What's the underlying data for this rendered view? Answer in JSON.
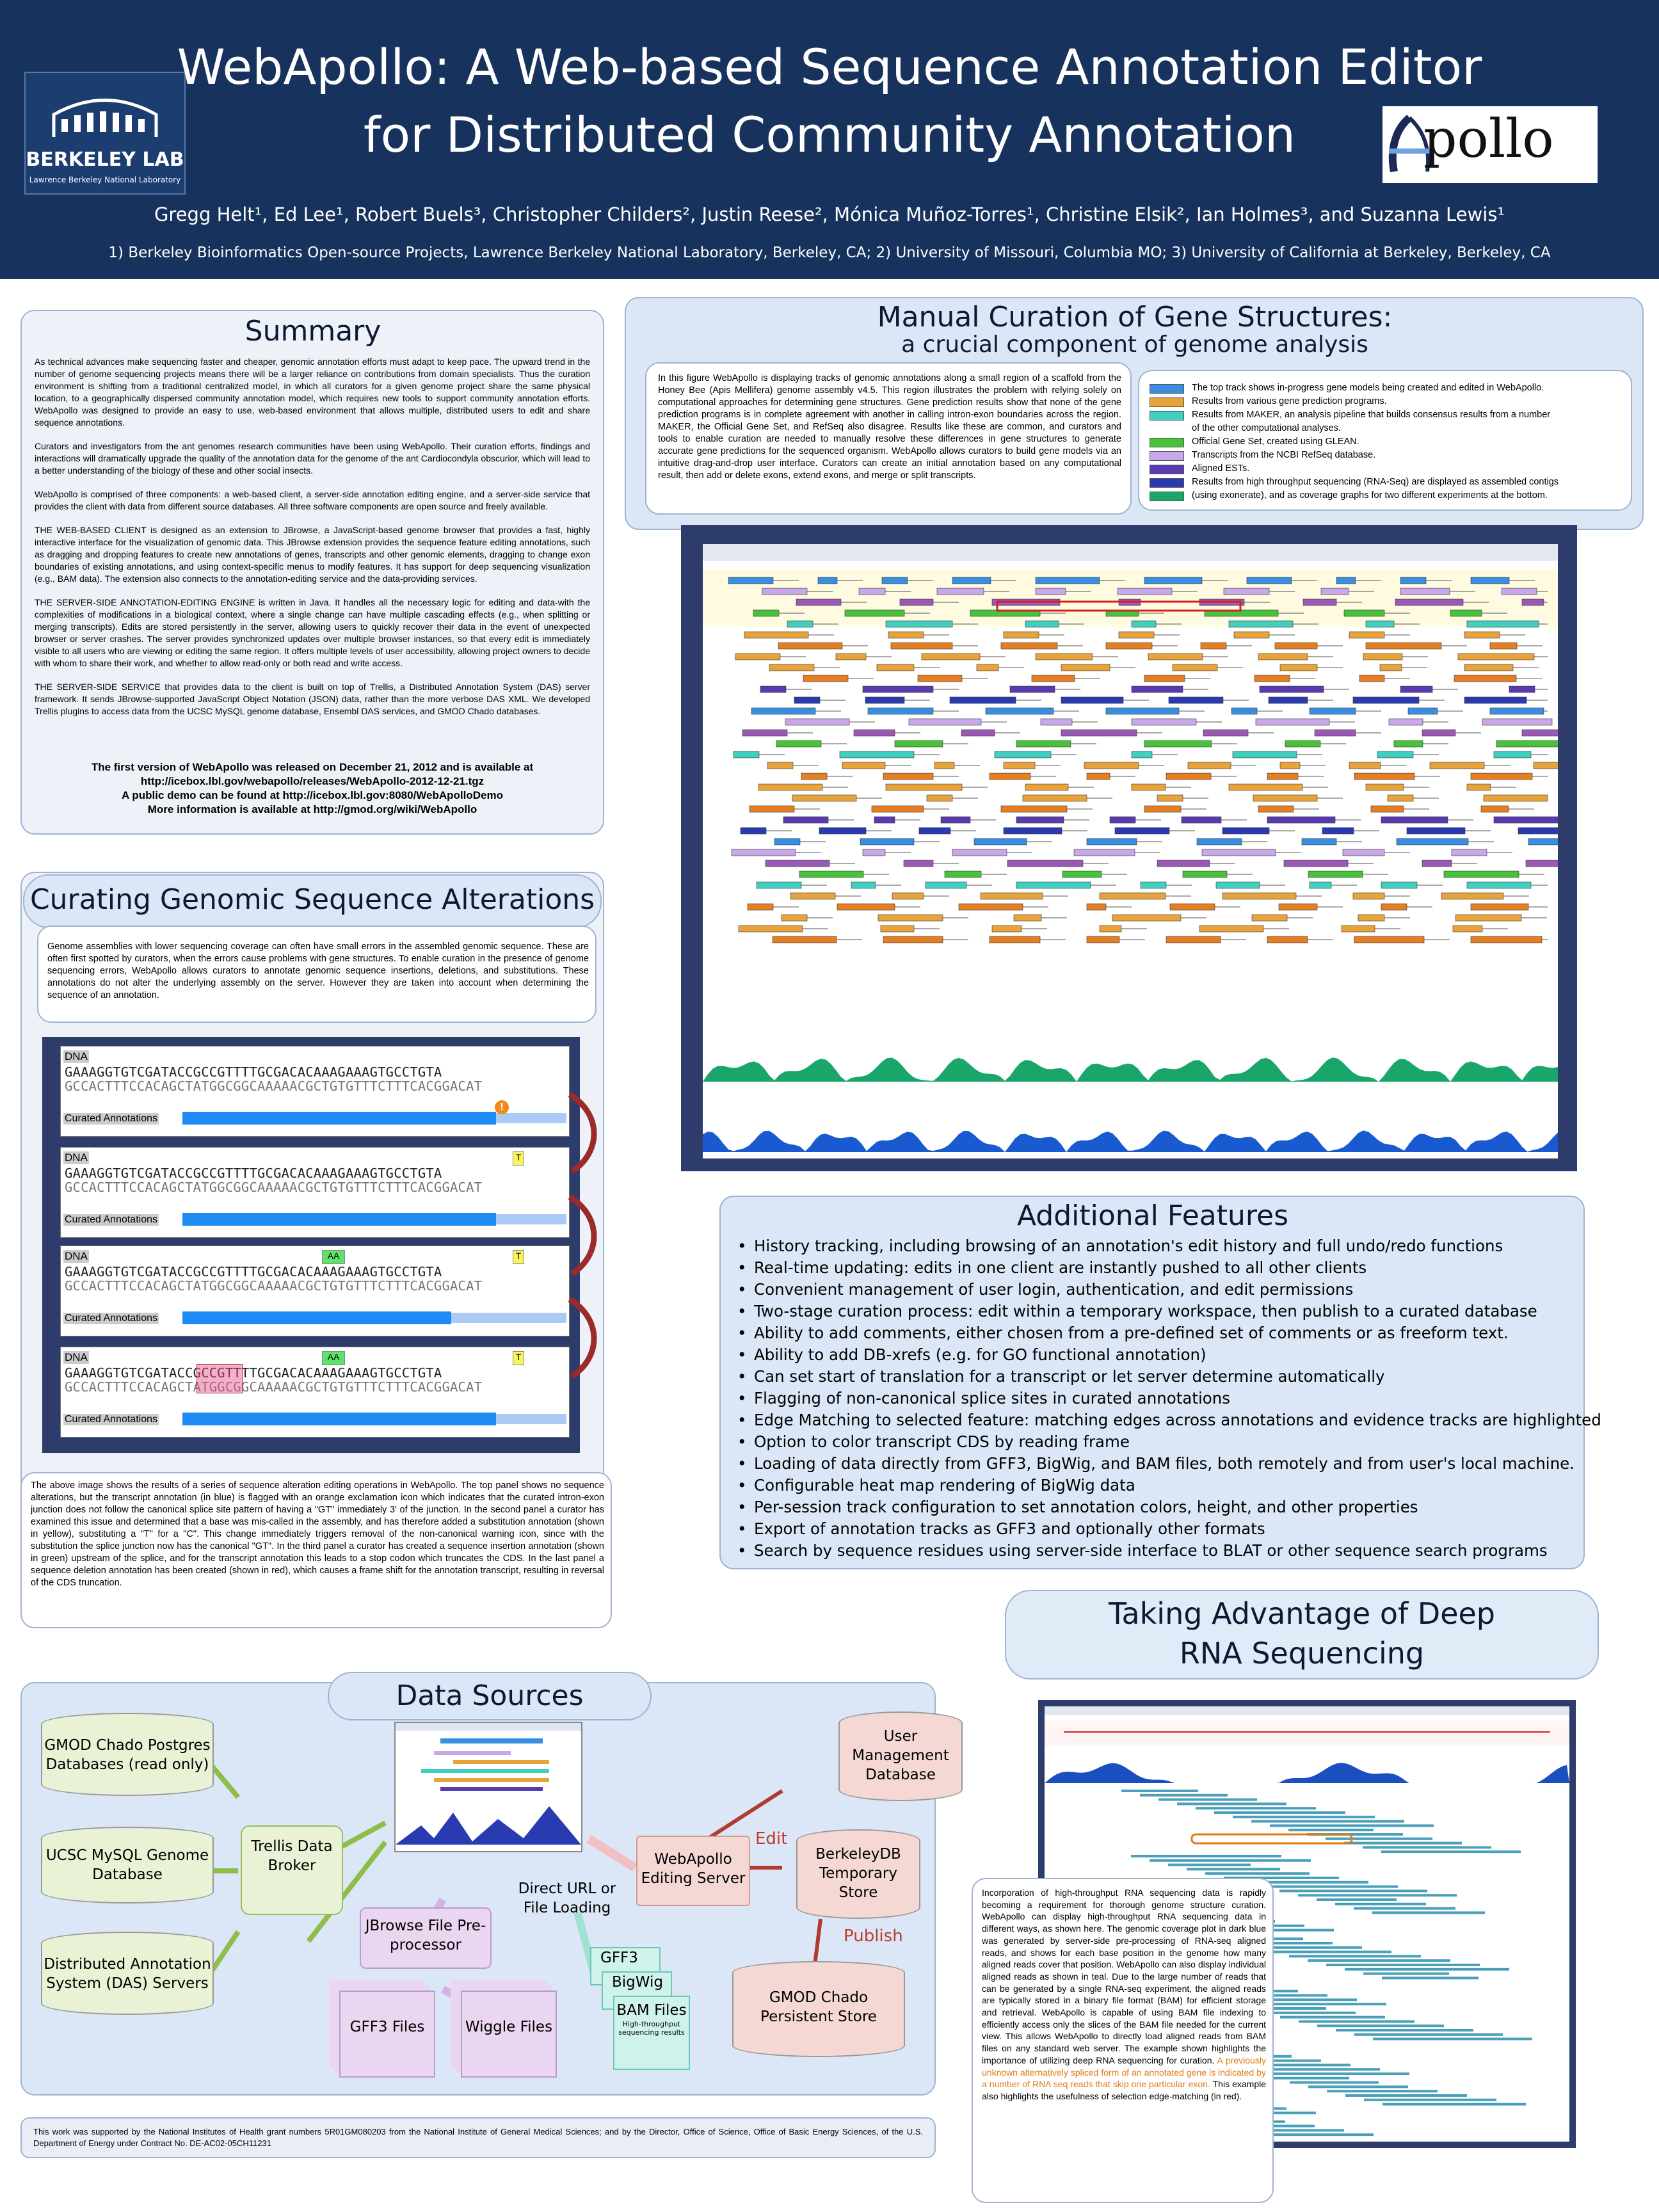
{
  "header": {
    "title_line1": "WebApollo: A Web-based Sequence Annotation Editor",
    "title_line2": "for Distributed Community Annotation",
    "authors": "Gregg Helt¹, Ed Lee¹, Robert Buels³, Christopher Childers², Justin Reese², Mónica Muñoz-Torres¹, Christine Elsik², Ian Holmes³, and Suzanna Lewis¹",
    "affiliations": "1) Berkeley Bioinformatics Open-source Projects, Lawrence Berkeley National Laboratory, Berkeley, CA;  2) University of Missouri, Columbia MO; 3) University of California at Berkeley, Berkeley, CA",
    "logo_lbl_line1": "BERKELEY LAB",
    "logo_lbl_line2": "Lawrence Berkeley National Laboratory",
    "logo_apollo": "pollo"
  },
  "summary": {
    "title": "Summary",
    "p1": "As technical advances make sequencing faster and cheaper, genomic annotation efforts must adapt to keep pace. The upward trend in the number of genome sequencing projects means there will be a larger reliance on contributions from domain specialists. Thus the curation environment is shifting from a traditional centralized model, in which all curators for a given genome project share the same physical location, to a geographically dispersed community annotation model, which requires new tools to support community annotation efforts. WebApollo was designed to provide an easy to use, web-based environment that allows multiple, distributed users to edit and share sequence annotations.",
    "p2": "Curators and investigators from the ant genomes research communities have been using WebApollo. Their curation efforts, findings and interactions will dramatically upgrade the quality of the annotation data for the genome of the ant Cardiocondyla obscurior, which will lead to a better understanding of the biology of these and other social insects.",
    "p3": "WebApollo is comprised of three components: a web-based client, a server-side annotation editing engine, and a server-side service that provides the client with data from different source databases.  All three software components are open source and freely available.",
    "p4": "THE WEB-BASED CLIENT is designed as an extension to JBrowse, a JavaScript-based genome browser that provides a fast, highly interactive interface for the visualization of genomic data. This JBrowse extension provides the sequence feature editing annotations, such as dragging and dropping features to create new annotations of genes, transcripts and other genomic elements, dragging to change exon boundaries of existing annotations, and using context-specific menus to modify features. It has support for deep sequencing visualization (e.g., BAM data). The extension also connects to the annotation-editing service and the data-providing services.",
    "p5": "THE SERVER-SIDE ANNOTATION-EDITING ENGINE is written in Java. It handles all the necessary logic for editing and data-with the complexities of modifications in a biological context, where a single change can have multiple cascading effects (e.g., when splitting or merging transcripts). Edits are stored persistently in the server, allowing users to quickly recover their data in the event of unexpected browser or server crashes. The server provides synchronized updates over multiple browser instances, so that every edit is immediately visible to all users who are viewing or editing the same region. It offers multiple levels of user accessibility, allowing project owners to decide with whom to share their work, and whether to allow read-only or both read and write access.",
    "p6": "THE SERVER-SIDE SERVICE that provides data to the client is built on top of Trellis, a Distributed Annotation System (DAS) server framework. It sends JBrowse-supported JavaScript Object Notation (JSON) data, rather than the more verbose DAS XML. We developed Trellis plugins to access data from the UCSC MySQL genome database, Ensembl DAS services, and GMOD Chado databases.",
    "release1": "The first version of WebApollo was released on December 21, 2012 and is available at",
    "release2": "http://icebox.lbl.gov/webapollo/releases/WebApollo-2012-12-21.tgz",
    "release3": "A public demo can be found at http://icebox.lbl.gov:8080/WebApolloDemo",
    "release4": "More information is available at http://gmod.org/wiki/WebApollo"
  },
  "curation": {
    "title_line1": "Manual Curation of Gene Structures:",
    "title_line2": "a crucial component of genome analysis",
    "text": "In this figure WebApollo is displaying tracks of genomic annotations along a small region of a scaffold from the Honey Bee (Apis Mellifera) genome assembly v4.5. This region illustrates the problem with relying solely on computational approaches for determining gene structures. Gene prediction results show that none of the gene prediction programs is in complete agreement with another in calling intron-exon boundaries across the region. MAKER, the Official Gene Set, and RefSeq also disagree. Results like these are common, and curators and tools to enable curation are needed to manually resolve these differences in gene structures to generate accurate gene predictions for the sequenced organism. WebApollo allows curators to build gene models via an intuitive drag-and-drop user interface. Curators can create an initial annotation based on any computational result, then add or delete exons, extend exons, and merge or split transcripts.",
    "legend": [
      {
        "color": "#3a8ee0",
        "text": "The top track shows in-progress gene models being created and edited in WebApollo."
      },
      {
        "color": "#e8a33a",
        "text": "Results from various gene prediction programs."
      },
      {
        "color": "#3fd0c0",
        "text": "Results from MAKER, an analysis pipeline that builds consensus results from a number"
      },
      {
        "color": "",
        "text": "of the other computational analyses."
      },
      {
        "color": "#48c23a",
        "text": "Official Gene Set, created using GLEAN."
      },
      {
        "color": "#c8a8e8",
        "text": "Transcripts from the NCBI RefSeq database."
      },
      {
        "color": "#5a3ab0",
        "text": "Aligned ESTs."
      },
      {
        "color": "#2a3ab0",
        "text": "Results from high throughput sequencing (RNA-Seq) are displayed as assembled contigs"
      },
      {
        "color": "#1aa66a",
        "text": "(using exonerate), and as coverage graphs for two different experiments at the bottom."
      }
    ]
  },
  "alterations": {
    "title": "Curating Genomic Sequence Alterations",
    "intro": "Genome assemblies with lower sequencing coverage can often have small errors in the assembled genomic sequence. These are often first spotted by curators, when the errors cause problems with gene structures. To enable curation in the presence of genome sequencing errors, WebApollo allows curators to annotate genomic sequence insertions, deletions, and substitutions. These annotations do not alter the underlying assembly on the server.  However they are taken into account when determining the sequence of an annotation.",
    "dna_label": "DNA",
    "curated_label": "Curated Annotations",
    "seq_top": "GAAAGGTGTCGATACCGCCGTTTTGCGACACAAAGAAAGTGCCTGTA",
    "seq_bottom": "GCCACTTTCCACAGCTATGGCGGCAAAAACGCTGTGTTTCTTTCACGGACAT",
    "aa_label": "AA",
    "t_label": "T",
    "caption": "The above image shows the results of a series of sequence alteration editing operations in WebApollo. The top panel shows no sequence alterations, but the transcript annotation (in blue) is flagged with an orange exclamation icon which indicates that the curated intron-exon junction does not follow the canonical splice site pattern of having a \"GT\" immediately 3' of the junction.  In the second panel a curator has examined this issue and determined that a base was mis-called in the assembly, and has therefore added a substitution annotation (shown in yellow), substituting a \"T\" for a \"C\". This change immediately triggers removal of the non-canonical warning icon, since with the substitution the splice junction now has the canonical \"GT\".  In the third panel a curator has created a sequence insertion annotation (shown in green) upstream of the splice, and for the transcript annotation this leads to a stop codon which truncates the CDS.  In the last panel a sequence deletion annotation has been created (shown in red), which causes a frame shift for the annotation transcript, resulting in reversal of the CDS truncation."
  },
  "features": {
    "title": "Additional Features",
    "items": [
      "History tracking, including browsing of an annotation's edit history and full undo/redo functions",
      "Real-time updating: edits in one client are instantly pushed to all other clients",
      "Convenient management of user login, authentication, and edit permissions",
      "Two-stage curation process: edit within a temporary workspace, then publish to a curated database",
      "Ability to add comments, either chosen from a pre-defined set of comments or as freeform text.",
      "Ability to add DB-xrefs (e.g. for GO functional annotation)",
      "Can set start of translation for a transcript or let server determine automatically",
      "Flagging of non-canonical splice sites in curated annotations",
      "Edge Matching to selected feature: matching edges across annotations and evidence tracks are highlighted",
      "Option to color transcript CDS by reading frame",
      "Loading of data directly from GFF3, BigWig, and BAM files, both remotely and from user's local machine.",
      "Configurable heat map rendering of BigWig data",
      "Per-session track configuration to set annotation colors, height, and other properties",
      "Export of annotation tracks as GFF3 and optionally other formats",
      "Search by sequence residues using server-side interface to BLAT or other sequence search programs"
    ]
  },
  "rnaseq": {
    "title_line1": "Taking Advantage of Deep",
    "title_line2": "RNA Sequencing",
    "text": "Incorporation of high-throughput RNA sequencing data is rapidly becoming a requirement for thorough genome structure curation.  WebApollo can display high-throughput RNA sequencing data in different ways, as shown here.  The genomic coverage plot in dark blue was generated by server-side pre-processing of RNA-seq aligned reads, and shows for each base position in the genome how many aligned reads cover that position. WebApollo can also display individual aligned reads as shown in teal.  Due to the large number of reads that can be generated by a single RNA-seq experiment, the aligned reads are typically stored in a binary file format (BAM) for efficient storage and retrieval. WebApollo is capable of using BAM file indexing to efficiently access only the slices of the BAM file needed for the current view.  This allows WebApollo to directly load aligned reads from BAM files on any standard web server.  The example shown highlights the importance of utilizing deep RNA sequencing for curation.",
    "highlight": "A previously unknown alternatively spliced form of an annotated gene is indicated by a number of RNA seq reads that skip one particular exon.",
    "tail": "This example also highlights the usefulness of selection edge-matching (in red)."
  },
  "datasources": {
    "title": "Data Sources",
    "chado": "GMOD Chado Postgres Databases (read only)",
    "ucsc": "UCSC MySQL Genome Database",
    "das": "Distributed Annotation System (DAS) Servers",
    "trellis": "Trellis Data Broker",
    "jbrowse": "JBrowse File Pre-processor",
    "gff3_files": "GFF3 Files",
    "wiggle_files": "Wiggle Files",
    "direct": "Direct URL or File Loading",
    "gff3": "GFF3",
    "bigwig": "BigWig",
    "bam": "BAM Files",
    "bam_note": "High-throughput sequencing results",
    "webapollo": "WebApollo Editing Server",
    "user_db": "User Management Database",
    "berkeleydb": "BerkeleyDB Temporary Store",
    "chado_store": "GMOD Chado Persistent Store",
    "edit_label": "Edit",
    "publish_label": "Publish"
  },
  "footer": {
    "text": "This work was supported by the National Institutes of Health grant numbers 5R01GM080203 from the National Institute of General Medical Sciences; and by the Director, Office of Science, Office of Basic Energy Sciences, of the U.S. Department of Energy under Contract No. DE-AC02-05CH11231"
  }
}
